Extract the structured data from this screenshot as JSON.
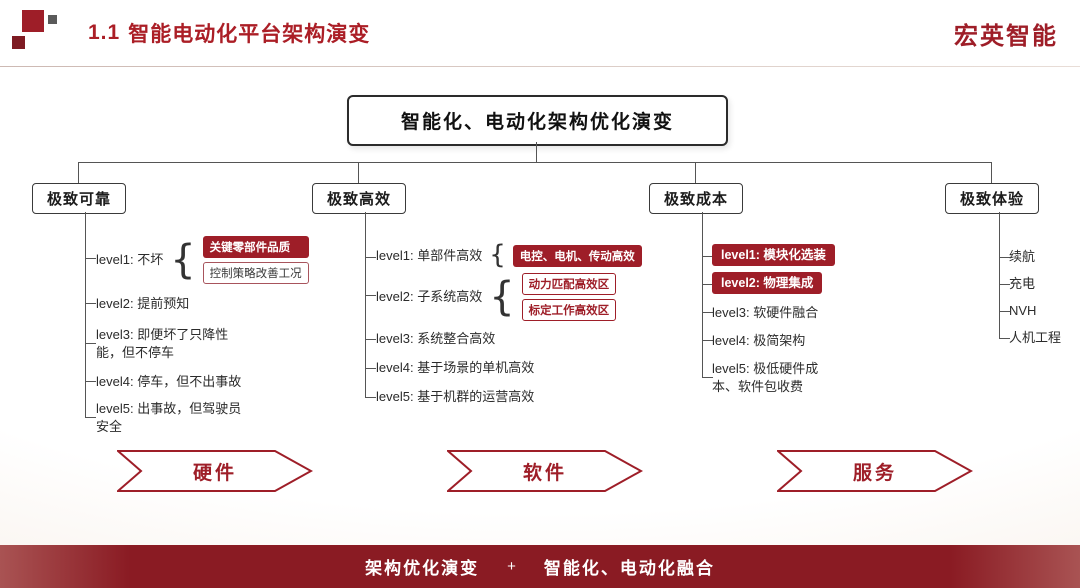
{
  "header": {
    "section": "1.1",
    "title": "智能电动化平台架构演变",
    "brand": "宏英智能"
  },
  "root": {
    "title": "智能化、电动化架构优化演变"
  },
  "columns": [
    {
      "title": "极致可靠",
      "items": [
        {
          "label": "level1: 不坏"
        },
        {
          "label": "level2: 提前预知"
        },
        {
          "label": "level3: 即便坏了只降性能，但不停车"
        },
        {
          "label": "level4: 停车，但不出事故"
        },
        {
          "label": "level5: 出事故，但驾驶员安全"
        }
      ],
      "badges": [
        {
          "text": "关键零部件品质",
          "style": "filled"
        },
        {
          "text": "控制策略改善工况",
          "style": "outline"
        }
      ]
    },
    {
      "title": "极致高效",
      "items": [
        {
          "label": "level1: 单部件高效"
        },
        {
          "label": "level2: 子系统高效"
        },
        {
          "label": "level3: 系统整合高效"
        },
        {
          "label": "level4: 基于场景的单机高效"
        },
        {
          "label": "level5: 基于机群的运营高效"
        }
      ],
      "badges": [
        {
          "text": "电控、电机、传动高效",
          "style": "filled"
        },
        {
          "text": "动力匹配高效区",
          "style": "outline-red"
        },
        {
          "text": "标定工作高效区",
          "style": "outline-red"
        }
      ]
    },
    {
      "title": "极致成本",
      "items": [
        {
          "label": "level1: 模块化选装"
        },
        {
          "label": "level2: 物理集成"
        },
        {
          "label": "level3: 软硬件融合"
        },
        {
          "label": "level4: 极简架构"
        },
        {
          "label": "level5: 极低硬件成本、软件包收费"
        }
      ]
    },
    {
      "title": "极致体验",
      "items": [
        {
          "label": "续航"
        },
        {
          "label": "充电"
        },
        {
          "label": "NVH"
        },
        {
          "label": "人机工程"
        }
      ]
    }
  ],
  "arrows": [
    {
      "label": "硬件"
    },
    {
      "label": "软件"
    },
    {
      "label": "服务"
    }
  ],
  "footer": {
    "left": "架构优化演变",
    "plus": "+",
    "right": "智能化、电动化融合"
  },
  "colors": {
    "primary_red": "#9e1e28",
    "footer_red": "#8a1b23",
    "line_gray": "#555555"
  }
}
